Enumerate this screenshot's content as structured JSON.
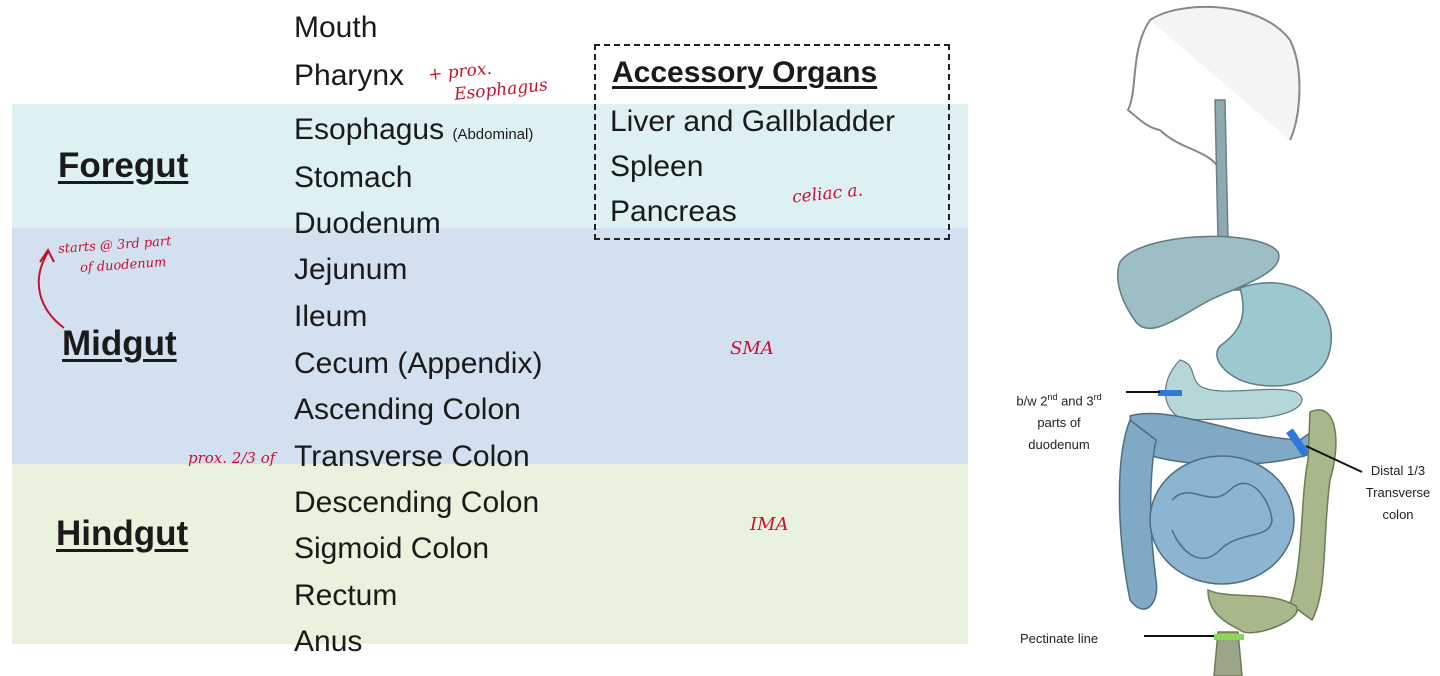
{
  "regions": {
    "foregut": "Foregut",
    "midgut": "Midgut",
    "hindgut": "Hindgut"
  },
  "organs": {
    "mouth": "Mouth",
    "pharynx": "Pharynx",
    "esophagus": "Esophagus",
    "esophagus_note": "(Abdominal)",
    "stomach": "Stomach",
    "duodenum": "Duodenum",
    "jejunum": "Jejunum",
    "ileum": "Ileum",
    "cecum": "Cecum (Appendix)",
    "ascending_colon": "Ascending Colon",
    "transverse_colon": "Transverse Colon",
    "descending_colon": "Descending Colon",
    "sigmoid_colon": "Sigmoid Colon",
    "rectum": "Rectum",
    "anus": "Anus"
  },
  "accessory": {
    "title": "Accessory Organs",
    "items": [
      "Liver and Gallbladder",
      "Spleen",
      "Pancreas"
    ]
  },
  "handwritten": {
    "pharynx_line1": "+ prox.",
    "pharynx_line2": "Esophagus",
    "celiac": "celiac a.",
    "sma": "SMA",
    "ima": "IMA",
    "midgut_start_line1": "starts @ 3rd part",
    "midgut_start_line2": "of duodenum",
    "transverse": "prox. 2/3 of"
  },
  "figure_labels": {
    "duodenum_l1_a": "b/w 2",
    "duodenum_l1_sup1": "nd",
    "duodenum_l1_b": " and 3",
    "duodenum_l1_sup2": "rd",
    "duodenum_l2": "parts of",
    "duodenum_l3": "duodenum",
    "distal_l1": "Distal 1/3",
    "distal_l2": "Transverse",
    "distal_l3": "colon",
    "pectinate": "Pectinate line"
  },
  "colors": {
    "foregut_band": "#ddf1f3",
    "midgut_band": "#d3e0ef",
    "hindgut_band": "#e8f2dc",
    "annotation_red": "#c8102e"
  }
}
